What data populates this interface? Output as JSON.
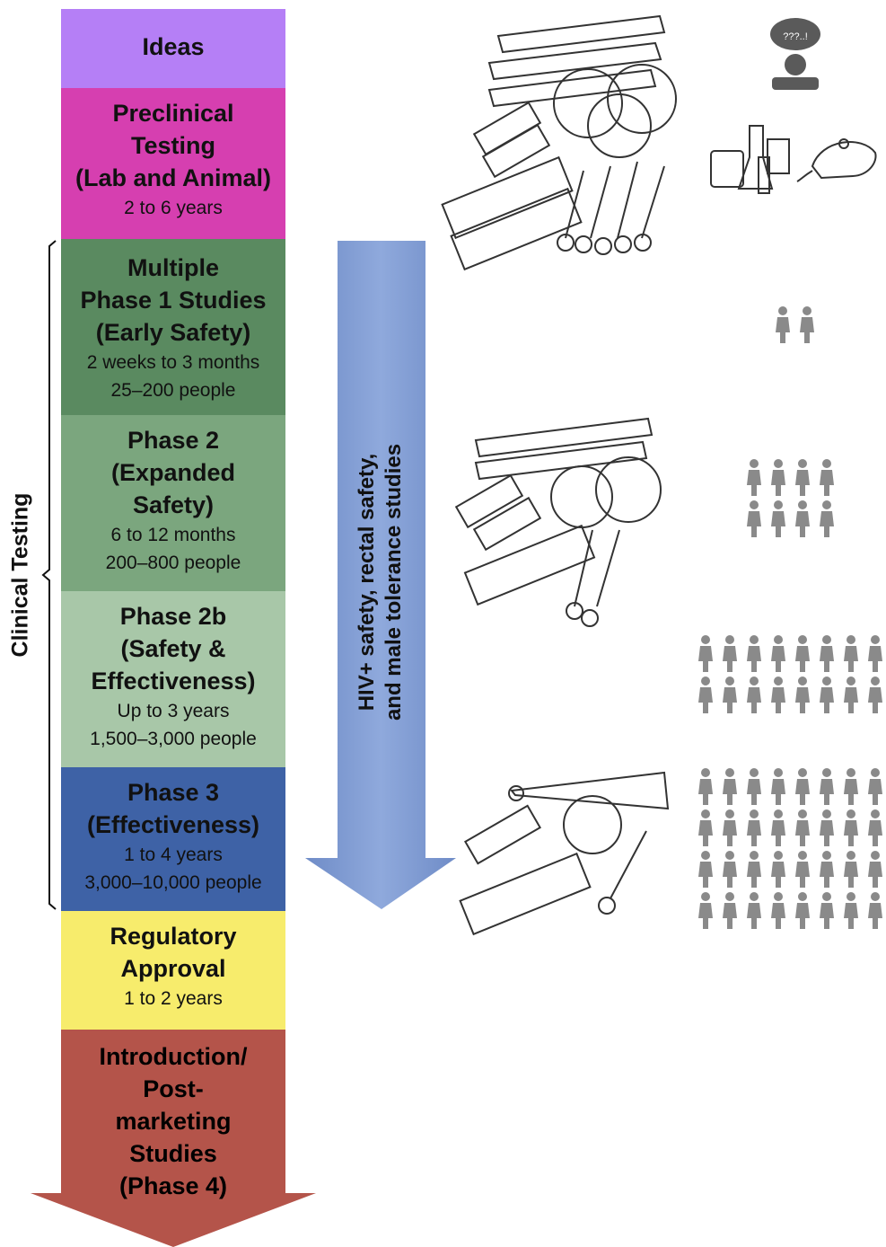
{
  "stages": {
    "ideas": {
      "title": "Ideas"
    },
    "preclinical": {
      "title_lines": [
        "Preclinical",
        "Testing",
        "(Lab and Animal)"
      ],
      "detail_lines": [
        "2 to 6 years"
      ]
    },
    "phase1": {
      "title_lines": [
        "Multiple",
        "Phase 1 Studies",
        "(Early Safety)"
      ],
      "detail_lines": [
        "2 weeks to 3 months",
        "25–200 people"
      ]
    },
    "phase2": {
      "title_lines": [
        "Phase 2",
        "(Expanded",
        "Safety)"
      ],
      "detail_lines": [
        "6 to 12 months",
        "200–800 people"
      ]
    },
    "phase2b": {
      "title_lines": [
        "Phase 2b",
        "(Safety &",
        "Effectiveness)"
      ],
      "detail_lines": [
        "Up to 3 years",
        "1,500–3,000 people"
      ]
    },
    "phase3": {
      "title_lines": [
        "Phase 3",
        "(Effectiveness)"
      ],
      "detail_lines": [
        "1 to 4 years",
        "3,000–10,000 people"
      ]
    },
    "regulatory": {
      "title_lines": [
        "Regulatory",
        "Approval"
      ],
      "detail_lines": [
        "1 to 2 years"
      ]
    },
    "introduction": {
      "title_lines": [
        "Introduction/",
        "Post-",
        "marketing",
        "Studies",
        "(Phase 4)"
      ]
    }
  },
  "bracket_label": "Clinical Testing",
  "side_arrow": {
    "lines": [
      "HIV+ safety, rectal safety,",
      "and male tolerance studies"
    ]
  },
  "thinker_bubble": "???..!",
  "people_counts": {
    "phase1": 2,
    "phase2": 8,
    "phase2b": 16,
    "phase3": 32
  },
  "colors": {
    "ideas": "#b57ff6",
    "preclinical": "#d63fb0",
    "phase1": "#5a8a60",
    "phase2": "#7ba67e",
    "phase2b": "#a8c7a8",
    "phase3": "#3e62a6",
    "regulatory": "#f7ec6c",
    "introduction": "#b4544a",
    "side_arrow": "#7f9bd0",
    "people": "#8a8a8a"
  }
}
